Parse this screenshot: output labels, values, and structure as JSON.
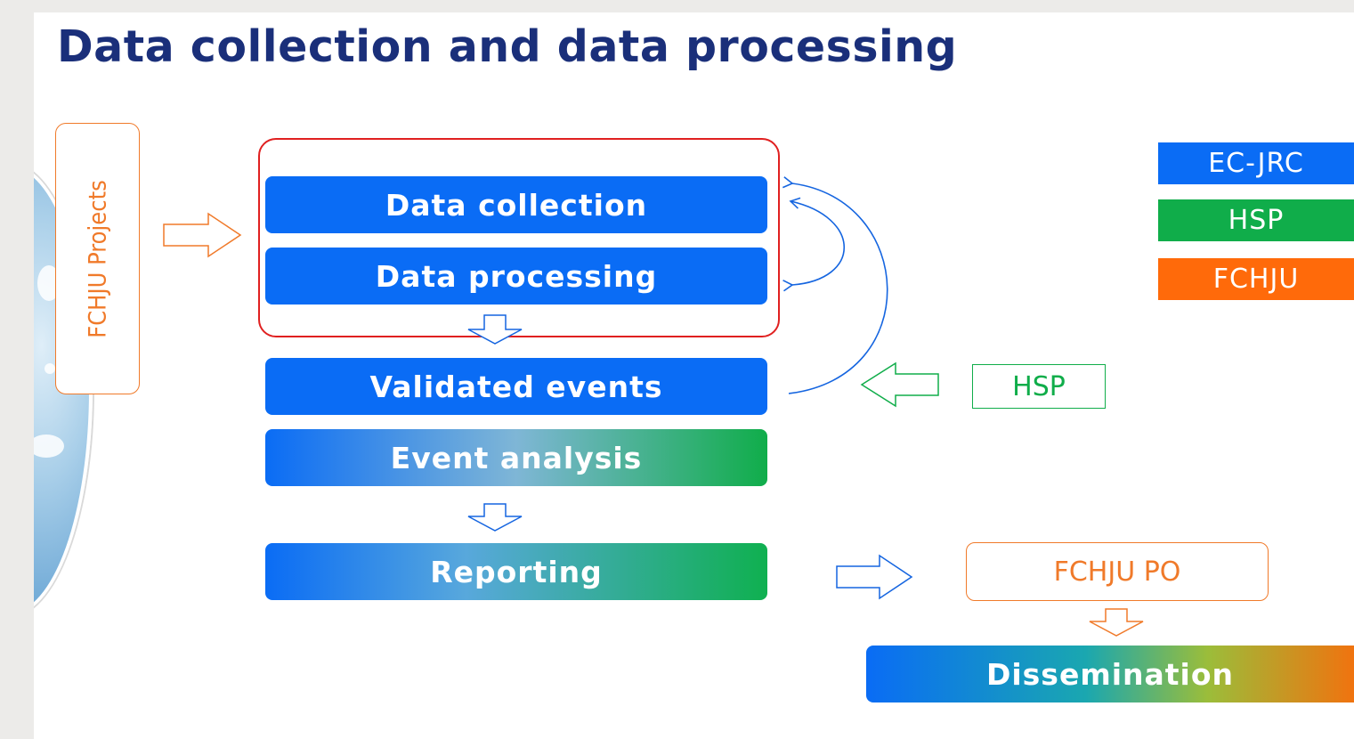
{
  "slide": {
    "title": "Data collection and data processing"
  },
  "side": {
    "label": "FCHJU Projects"
  },
  "flow": {
    "data_collection": "Data collection",
    "data_processing": "Data processing",
    "validated_events": "Validated events",
    "event_analysis": "Event analysis",
    "reporting": "Reporting",
    "dissemination": "Dissemination"
  },
  "actors": {
    "hsp": "HSP",
    "fchju_po": "FCHJU PO"
  },
  "legend": [
    {
      "label": "EC-JRC",
      "color": "#0a6cf5"
    },
    {
      "label": "HSP",
      "color": "#10ad4a"
    },
    {
      "label": "FCHJU",
      "color": "#ff6a0a"
    }
  ]
}
